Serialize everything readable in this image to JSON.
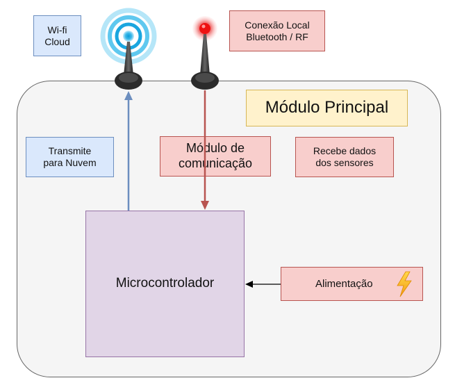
{
  "wifi_label": "Wi-fi\nCloud",
  "bluetooth_label": "Conexão Local\nBluetooth / RF",
  "module_title": "Módulo Principal",
  "transmit_label": "Transmite\npara Nuvem",
  "comm_module_label": "Módulo de\ncomunicação",
  "sensors_label": "Recebe dados\ndos sensores",
  "mcu_label": "Microcontrolador",
  "power_label": "Alimentação",
  "icons": {
    "wifi_antenna": "wifi-antenna-icon",
    "rf_antenna": "rf-antenna-icon",
    "power": "lightning-icon"
  },
  "colors": {
    "blue_fill": "#dae8fc",
    "red_fill": "#f8cecc",
    "yellow_fill": "#fff2cc",
    "purple_fill": "#e1d5e7",
    "wifi_arrow": "#6c8ebf",
    "rf_arrow": "#b85450"
  }
}
